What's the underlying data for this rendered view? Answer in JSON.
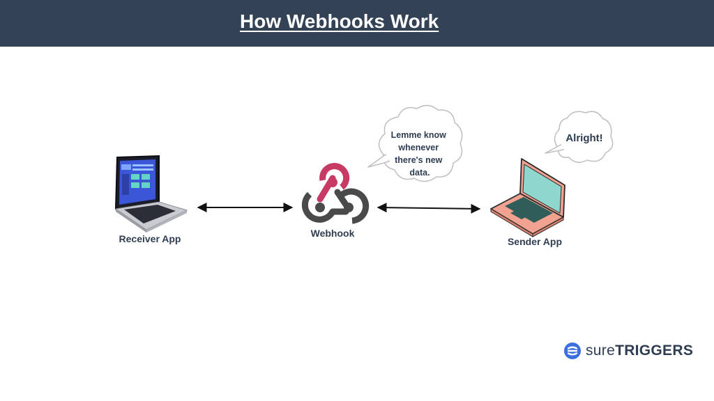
{
  "header": {
    "title": "How Webhooks Work"
  },
  "nodes": {
    "receiver": {
      "label": "Receiver App",
      "icon": "laptop-icon"
    },
    "webhook": {
      "label": "Webhook",
      "icon": "webhook-logo-icon"
    },
    "sender": {
      "label": "Sender App",
      "icon": "laptop-icon"
    }
  },
  "bubbles": {
    "webhook_request": {
      "lines": [
        "Lemme know",
        "whenever",
        "there's new",
        "data."
      ]
    },
    "sender_reply": {
      "text": "Alright!"
    }
  },
  "edges": [
    {
      "from": "receiver",
      "to": "webhook",
      "type": "bidirectional"
    },
    {
      "from": "webhook",
      "to": "sender",
      "type": "bidirectional"
    }
  ],
  "brand": {
    "part1": "sure",
    "part2": "TRIGGERS"
  },
  "colors": {
    "header_bg": "#344256",
    "webhook_red": "#c73a63",
    "webhook_dark": "#4a4a4a",
    "sender_pink": "#f2a290",
    "sender_screen": "#8fd6cf",
    "brand_blue": "#3b6fe0"
  }
}
